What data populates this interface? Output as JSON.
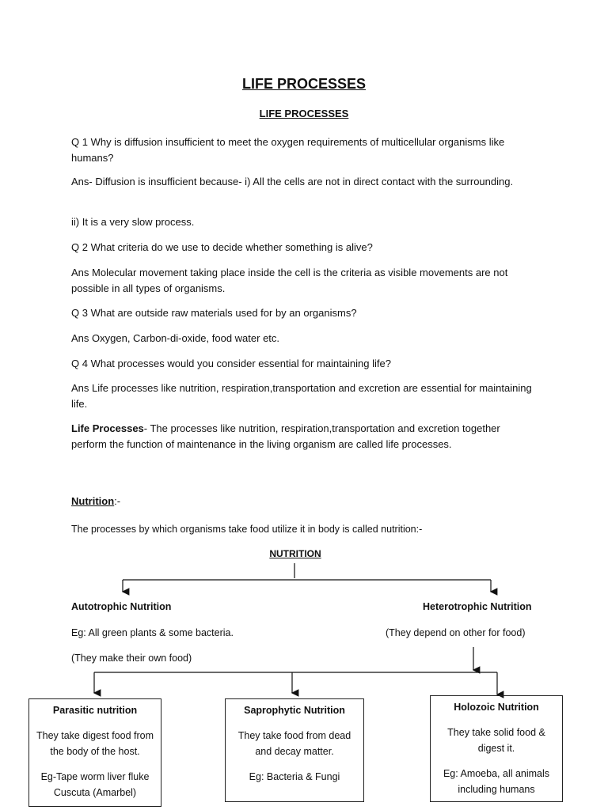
{
  "title": "LIFE PROCESSES",
  "subtitle": "LIFE PROCESSES",
  "qa": [
    {
      "q": "Q 1  Why is diffusion insufficient to meet the oxygen requirements of multicellular organisms like humans?",
      "a": "Ans- Diffusion is insufficient because- i) All the cells are not in direct contact with the surrounding.",
      "a2": "ii) It is a very slow process."
    },
    {
      "q": "Q 2 What criteria do we use to decide whether something is alive?",
      "a": "Ans Molecular movement taking place inside the cell is the criteria as visible movements are not possible in all types of organisms."
    },
    {
      "q": "Q 3 What are outside raw materials used for by an organisms?",
      "a": "Ans Oxygen, Carbon-di-oxide, food water etc."
    },
    {
      "q": "Q 4 What processes would you consider essential for maintaining life?",
      "a": "Ans Life processes like nutrition, respiration,transportation and excretion are essential for maintaining life."
    }
  ],
  "definition": {
    "term": "Life Processes",
    "text": "- The processes like nutrition, respiration,transportation and excretion together perform the function of maintenance in the living organism are called life processes."
  },
  "nutrition": {
    "heading": "Nutrition",
    "heading_suffix": ":-",
    "intro": "The processes by which organisms take food utilize it in body is called nutrition:-",
    "diagram": {
      "root": "NUTRITION",
      "autotrophic": {
        "title": "Autotrophic Nutrition",
        "eg": "Eg: All green plants & some bacteria.",
        "note": "(They make their own food)"
      },
      "heterotrophic": {
        "title": "Heterotrophic Nutrition",
        "note": "(They depend on other for food)"
      },
      "boxes": [
        {
          "title": "Parasitic nutrition",
          "desc": "They take digest food from the body of the host.",
          "eg": "Eg-Tape worm liver fluke Cuscuta (Amarbel)"
        },
        {
          "title": "Saprophytic Nutrition",
          "desc": "They take food from dead and decay matter.",
          "eg": "Eg: Bacteria & Fungi"
        },
        {
          "title": "Holozoic Nutrition",
          "desc": "They take solid food & digest it.",
          "eg": "Eg: Amoeba, all animals including humans"
        }
      ]
    }
  }
}
